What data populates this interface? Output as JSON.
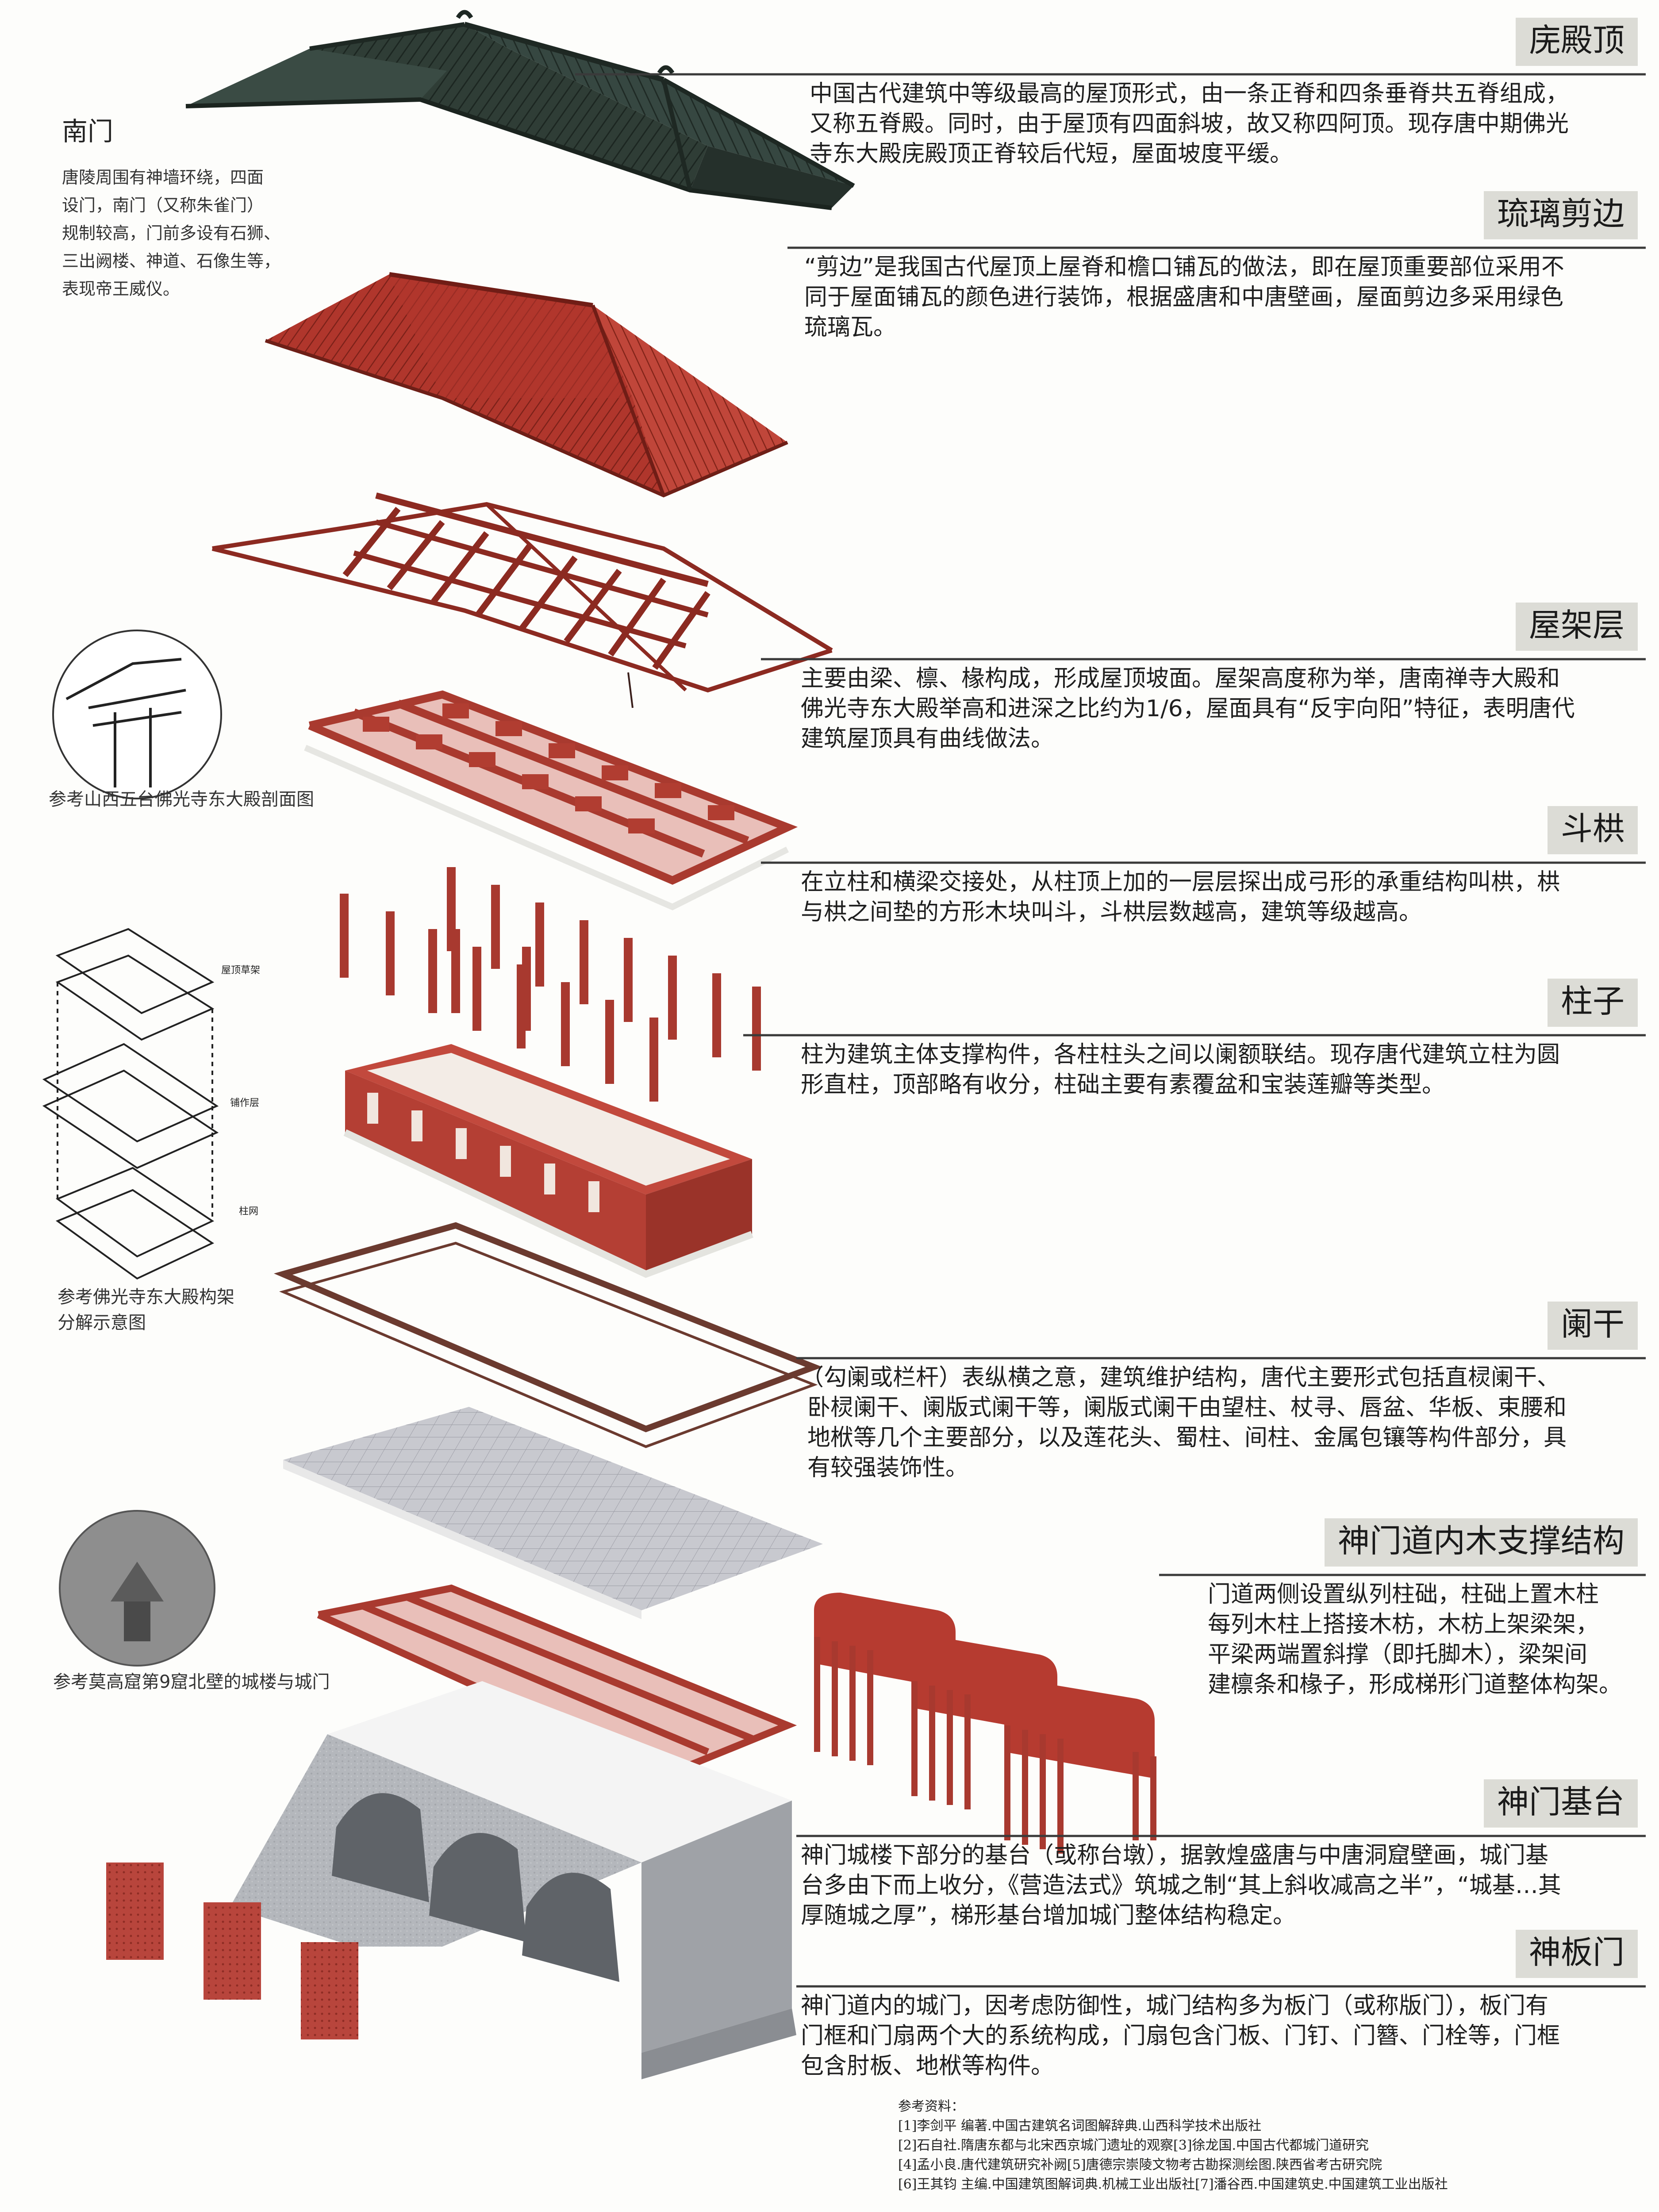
{
  "side": {
    "title": "南门",
    "lines": [
      "唐陵周围有神墙环绕，四面",
      "设门，南门（又称朱雀门）",
      "规制较高，门前多设有石狮、",
      "三出阙楼、神道、石像生等，",
      "表现帝王威仪。"
    ]
  },
  "captions": {
    "foguang_section": "参考山西五台佛光寺东大殿剖面图",
    "foguang_explode": [
      "参考佛光寺东大殿构架",
      "分解示意图"
    ],
    "mogao": "参考莫高窟第9窟北壁的城楼与城门"
  },
  "explode_labels": [
    "屋顶草架",
    "铺作层",
    "柱网"
  ],
  "sections": [
    {
      "title": "庑殿顶",
      "text": [
        "中国古代建筑中等级最高的屋顶形式，由一条正脊和四条垂脊共五脊组成，",
        "又称五脊殿。同时，由于屋顶有四面斜坡，故又称四阿顶。现存唐中期佛光",
        "寺东大殿庑殿顶正脊较后代短，屋面坡度平缓。"
      ]
    },
    {
      "title": "琉璃剪边",
      "text": [
        "“剪边”是我国古代屋顶上屋脊和檐口铺瓦的做法，即在屋顶重要部位采用不",
        "同于屋面铺瓦的颜色进行装饰，根据盛唐和中唐壁画，屋面剪边多采用绿色",
        "琉璃瓦。"
      ]
    },
    {
      "title": "屋架层",
      "text": [
        "主要由梁、檩、椽构成，形成屋顶坡面。屋架高度称为举，唐南禅寺大殿和",
        "佛光寺东大殿举高和进深之比约为1/6，屋面具有“反宇向阳”特征，表明唐代",
        "建筑屋顶具有曲线做法。"
      ]
    },
    {
      "title": "斗栱",
      "text": [
        "在立柱和横梁交接处，从柱顶上加的一层层探出成弓形的承重结构叫栱，栱",
        "与栱之间垫的方形木块叫斗，斗栱层数越高，建筑等级越高。"
      ]
    },
    {
      "title": "柱子",
      "text": [
        "柱为建筑主体支撑构件，各柱柱头之间以阑额联结。现存唐代建筑立柱为圆",
        "形直柱，顶部略有收分，柱础主要有素覆盆和宝装莲瓣等类型。"
      ]
    },
    {
      "title": "阑干",
      "text": [
        "（勾阑或栏杆）表纵横之意，建筑维护结构，唐代主要形式包括直棂阑干、",
        "卧棂阑干、阑版式阑干等，阑版式阑干由望柱、杖寻、唇盆、华板、束腰和",
        "地栿等几个主要部分，以及莲花头、蜀柱、间柱、金属包镶等构件部分，具",
        "有较强装饰性。"
      ]
    },
    {
      "title": "神门道内木支撑结构",
      "text": [
        "门道两侧设置纵列柱础，柱础上置木柱",
        "每列木柱上搭接木枋，木枋上架梁架，",
        "平梁两端置斜撑（即托脚木），梁架间",
        "建檩条和椽子，形成梯形门道整体构架。"
      ]
    },
    {
      "title": "神门基台",
      "text": [
        "神门城楼下部分的基台（或称台墩），据敦煌盛唐与中唐洞窟壁画，城门基",
        "台多由下而上收分，《营造法式》筑城之制“其上斜收减高之半”，“城基…其",
        "厚随城之厚”，梯形基台增加城门整体结构稳定。"
      ]
    },
    {
      "title": "神板门",
      "text": [
        "神门道内的城门，因考虑防御性，城门结构多为板门（或称版门），板门有",
        "门框和门扇两个大的系统构成，门扇包含门板、门钉、门簪、门栓等，门框",
        "包含肘板、地栿等构件。"
      ]
    }
  ],
  "refs": {
    "title": "参考资料：",
    "lines": [
      "[1]李剑平 编著.中国古建筑名词图解辞典.山西科学技术出版社",
      "[2]石自社.隋唐东都与北宋西京城门遗址的观察[3]徐龙国.中国古代都城门道研究",
      "[4]孟小良.唐代建筑研究补阙[5]唐德宗崇陵文物考古勘探测绘图.陕西省考古研究院",
      "[6]王其钧 主编.中国建筑图解词典.机械工业出版社[7]潘谷西.中国建筑史.中国建筑工业出版社"
    ]
  },
  "colors": {
    "roof_green": "#2c3a33",
    "timber_red": "#a8392f",
    "stone": "#b9bcc0",
    "rule": "#3a3a3a"
  }
}
